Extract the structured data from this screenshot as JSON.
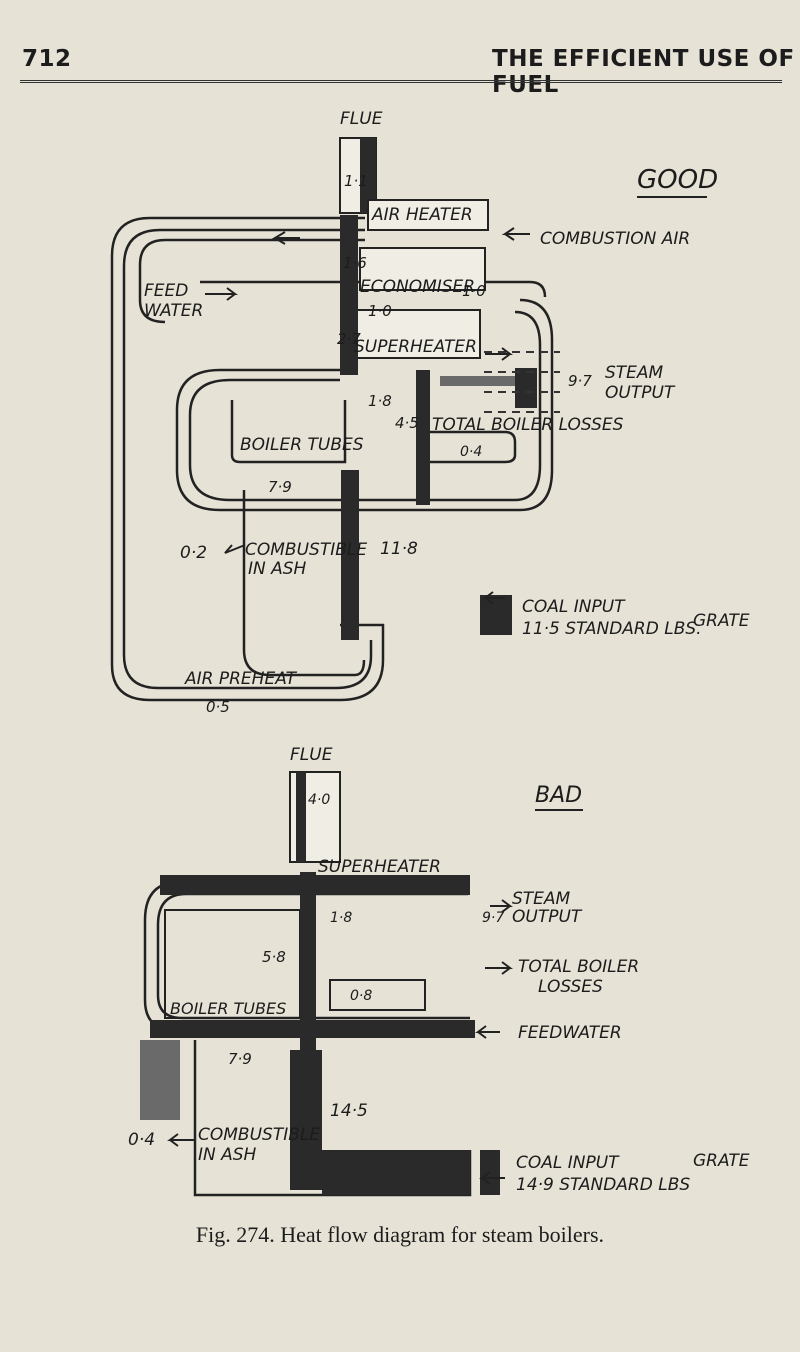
{
  "header": {
    "page_number": "712",
    "running_title": "THE EFFICIENT USE OF FUEL"
  },
  "good": {
    "title": "GOOD",
    "flue": "FLUE",
    "flue_value": "1·1",
    "air_heater": "AIR HEATER",
    "combustion_air": "COMBUSTION AIR",
    "economiser_value": "1·6",
    "economiser": "ECONOMISER",
    "feed_water_1": "FEED",
    "feed_water_2": "WATER",
    "feed_value_a": "1·0",
    "feed_value_b": "1·0",
    "superheater_value": "2·7",
    "superheater": "SUPERHEATER",
    "steam_output_value": "9·7",
    "steam_output_1": "STEAM",
    "steam_output_2": "OUTPUT",
    "value_1_8": "1·8",
    "boiler_tubes_value": "4·5",
    "total_boiler_losses": "TOTAL BOILER LOSSES",
    "losses_value": "0·4",
    "boiler_tubes": "BOILER TUBES",
    "value_7_9": "7·9",
    "combustible_value": "0·2",
    "combustible_1": "COMBUSTIBLE",
    "combustible_2": "IN ASH",
    "value_11_8": "11·8",
    "coal_input_1": "COAL INPUT",
    "coal_input_2": "11·5 STANDARD LBS.",
    "grate": "GRATE",
    "air_preheat": "AIR PREHEAT",
    "air_preheat_value": "0·5"
  },
  "bad": {
    "title": "BAD",
    "flue": "FLUE",
    "flue_value": "4·0",
    "superheater": "SUPERHEATER",
    "steam_output_value": "9·7",
    "steam_output_1": "STEAM",
    "steam_output_2": "OUTPUT",
    "value_1_8": "1·8",
    "boiler_tubes_value": "5·8",
    "total_boiler_losses_1": "TOTAL BOILER",
    "total_boiler_losses_2": "LOSSES",
    "losses_value": "0·8",
    "boiler_tubes": "BOILER TUBES",
    "feedwater": "FEEDWATER",
    "value_7_9": "7·9",
    "value_14_5": "14·5",
    "combustible_value": "0·4",
    "combustible_1": "COMBUSTIBLE",
    "combustible_2": "IN ASH",
    "coal_input_1": "COAL INPUT",
    "coal_input_2": "14·9 STANDARD LBS",
    "grate": "GRATE"
  },
  "caption": "Fig. 274.   Heat flow diagram for steam boilers."
}
